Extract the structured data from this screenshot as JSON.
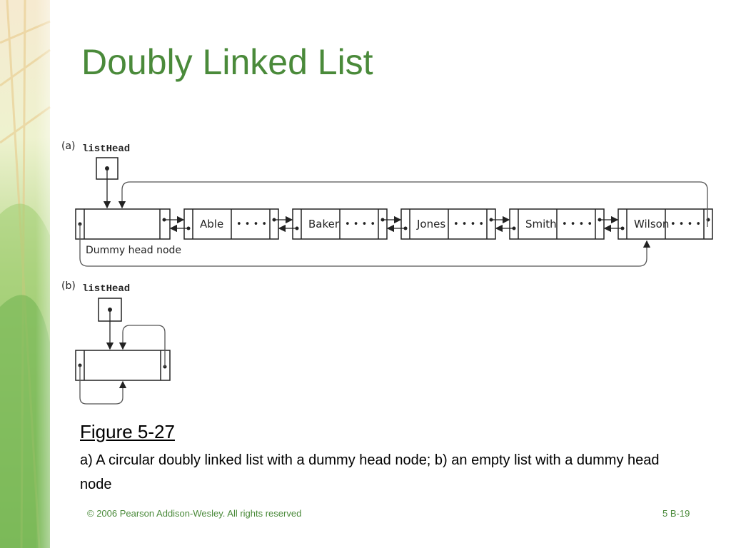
{
  "slide": {
    "title": "Doubly Linked List",
    "figure_label": "Figure 5-27",
    "caption": "a) A circular doubly linked list with a dummy head node; b) an empty list with a dummy head node",
    "footer_left": "© 2006 Pearson Addison-Wesley. All rights reserved",
    "footer_right": "5 B-19"
  },
  "diagram": {
    "part_a_label": "(a)",
    "part_b_label": "(b)",
    "list_head_label": "listHead",
    "dummy_label": "Dummy head node",
    "nodes": [
      {
        "label": "Able"
      },
      {
        "label": "Baker"
      },
      {
        "label": "Jones"
      },
      {
        "label": "Smith"
      },
      {
        "label": "Wilson"
      }
    ],
    "ellipsis": "• • • •"
  },
  "colors": {
    "title": "#4a8a3a",
    "footer": "#4a8a3a",
    "diagram_stroke": "#222222",
    "pointer_line": "#555555"
  }
}
